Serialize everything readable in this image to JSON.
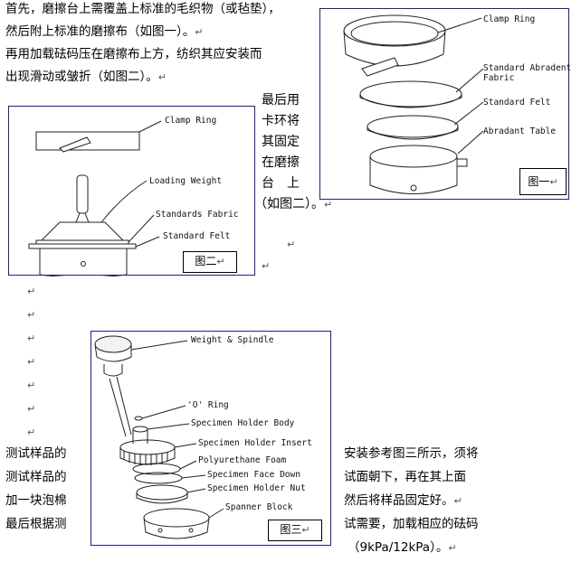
{
  "intro": {
    "line1": "首先，磨擦台上需覆盖上标准的毛织物（或毡垫），",
    "line2": "然后附上标准的磨擦布（如图一）。",
    "line3": "再用加载砝码压在磨擦布上方，纺织其应安装而",
    "line4": "出现滑动或皱折（如图二）。"
  },
  "clamp_text": {
    "line1": "最后用",
    "line2": "卡环将",
    "line3": "其固定",
    "line4": "在磨擦",
    "line5": "台　上",
    "line6": "（如图二）。"
  },
  "specimen_text": {
    "left1": "测试样品的",
    "left2": "测试样品的",
    "left3": "加一块泡棉",
    "left4": "最后根据测",
    "right1": "安装参考图三所示，须将",
    "right2": "试面朝下，再在其上面",
    "right3": "然后将样品固定好。",
    "right4": "试需要，加载相应的砝码",
    "right5": "（9kPa/12kPa）。"
  },
  "para_mark": "↵",
  "figure1": {
    "caption": "图一",
    "labels": {
      "clamp_ring": "Clamp Ring",
      "abradent_fabric": "Standard Abradent\nFabric",
      "standard_felt": "Standard Felt",
      "abradant_table": "Abradant Table"
    }
  },
  "figure2": {
    "caption": "图二",
    "labels": {
      "clamp_ring": "Clamp Ring",
      "loading_weight": "Loading Weight",
      "standard_fabric": "Standards Fabric",
      "standard_felt": "Standard Felt"
    }
  },
  "figure3": {
    "caption": "图三",
    "labels": {
      "weight_spindle": "Weight & Spindle",
      "o_ring": "'O' Ring",
      "holder_body": "Specimen Holder Body",
      "holder_insert": "Specimen Holder Insert",
      "foam": "Polyurethane Foam",
      "face_down": "Specimen Face Down",
      "holder_nut": "Specimen Holder Nut",
      "spanner_block": "Spanner Block"
    }
  },
  "colors": {
    "frame": "#1a237e",
    "line_art": "#222222"
  }
}
